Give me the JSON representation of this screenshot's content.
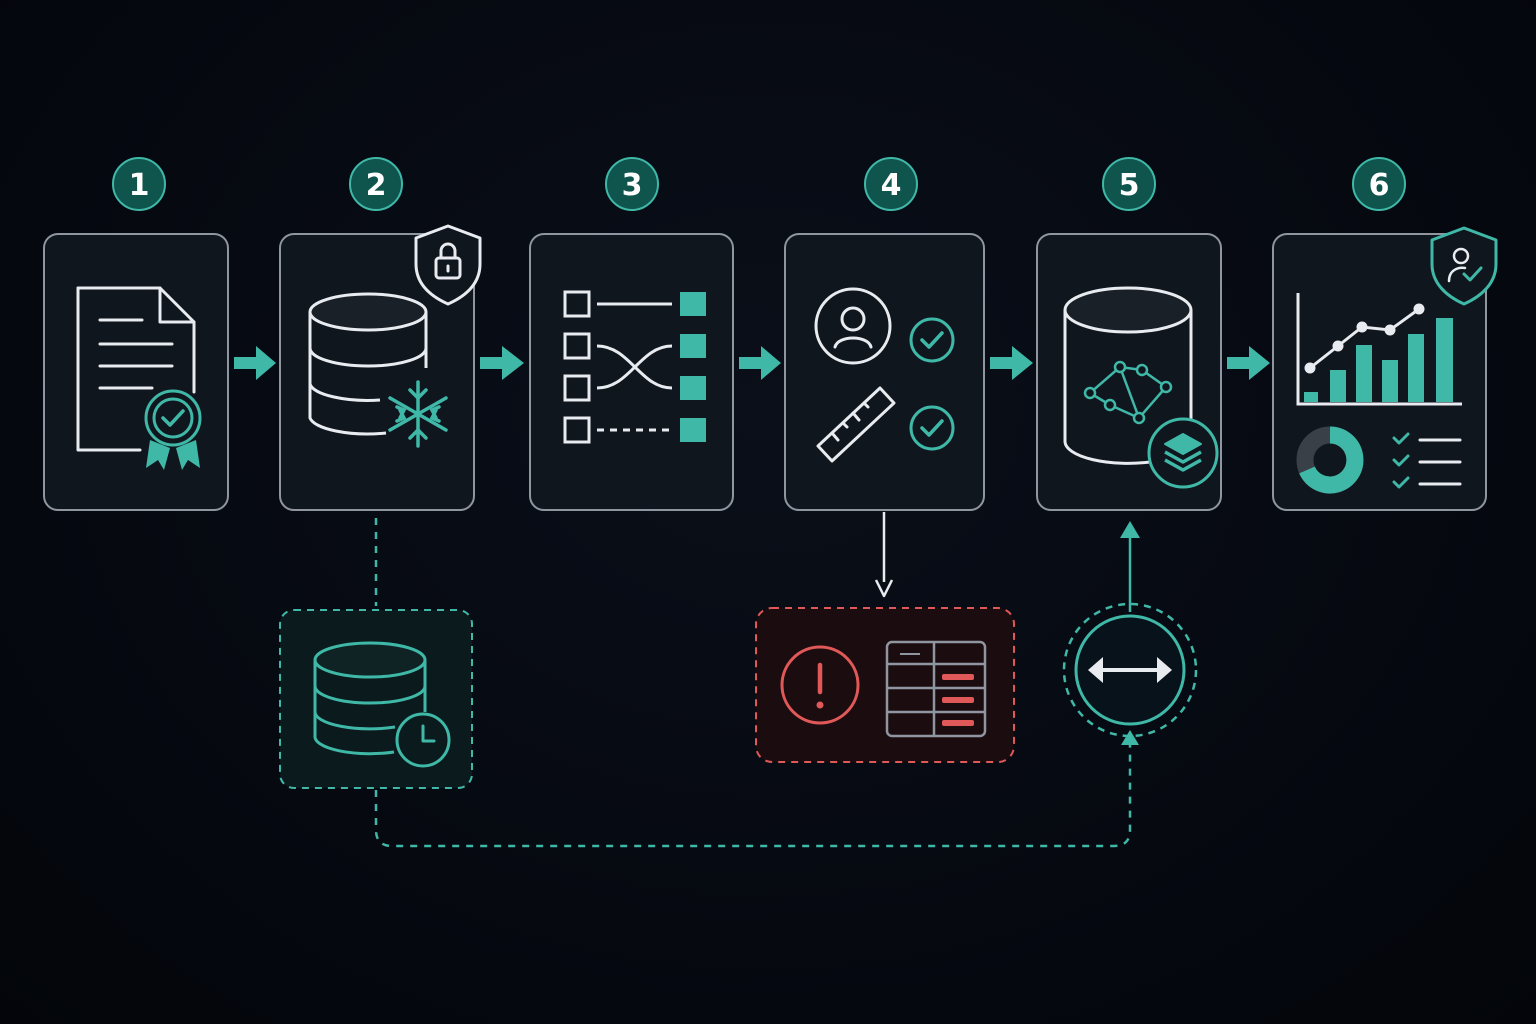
{
  "colors": {
    "background": "#05080f",
    "panel_fill": "#10161d",
    "panel_border": "#8f96a0",
    "icon_white": "#e8ebef",
    "accent_teal": "#3fb8a8",
    "badge_fill": "#0f544d",
    "error_red": "#e05858",
    "error_fill": "#1a0c0f",
    "archive_fill": "#0b1a1c"
  },
  "steps": [
    {
      "number": "1",
      "icon": "certified-document-icon"
    },
    {
      "number": "2",
      "icon": "frozen-database-icon",
      "badge_icon": "lock-shield-icon"
    },
    {
      "number": "3",
      "icon": "field-mapping-icon"
    },
    {
      "number": "4",
      "icon": "validation-checks-icon"
    },
    {
      "number": "5",
      "icon": "graph-database-icon"
    },
    {
      "number": "6",
      "icon": "analytics-report-icon",
      "badge_icon": "user-shield-icon"
    }
  ],
  "side_nodes": {
    "archive": {
      "icon": "archived-database-clock-icon",
      "style": "dashed"
    },
    "errors": {
      "icons": [
        "error-alert-icon",
        "error-table-icon"
      ],
      "style": "dashed"
    },
    "sync": {
      "icon": "bidirectional-sync-icon",
      "style": "dashed-ring"
    }
  }
}
